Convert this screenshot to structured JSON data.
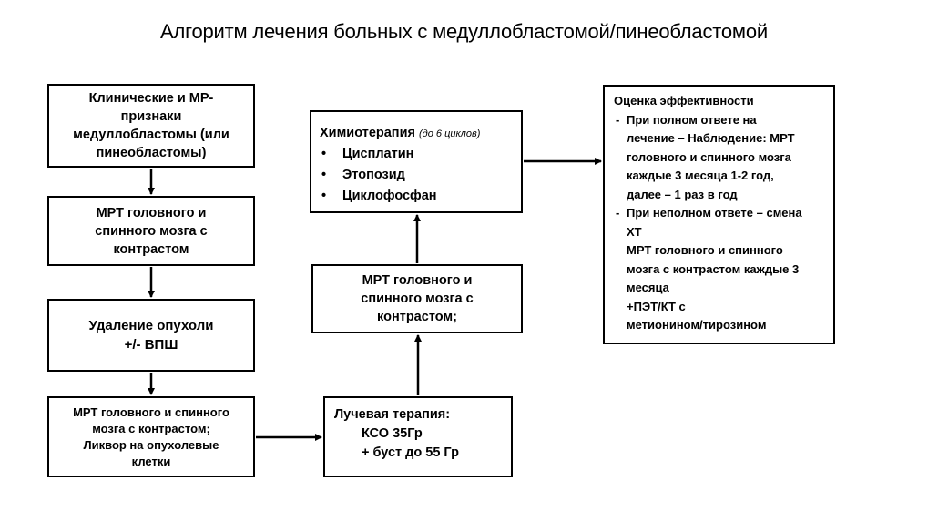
{
  "title": "Алгоритм лечения больных с медуллобластомой/пинеобластомой",
  "boxes": {
    "clinical": [
      "Клинические и МР-",
      "признаки",
      "медуллобластомы (или",
      "пинеобластомы)"
    ],
    "mri1": [
      "МРТ головного и",
      "спинного  мозга с",
      "контрастом"
    ],
    "surgery": [
      "Удаление опухоли",
      "+/- ВПШ"
    ],
    "mri_csf": [
      "МРТ головного и спинного",
      "мозга с контрастом;",
      "Ликвор на опухолевые",
      "клетки"
    ],
    "radiation": {
      "head": "Лучевая терапия:",
      "line1": "КСО 35Гр",
      "line2": "+ буст до 55 Гр"
    },
    "mri2": [
      "МРТ головного и",
      "спинного  мозга с",
      "контрастом;"
    ],
    "chemo": {
      "head": "Химиотерапия",
      "note": "(до 6 циклов)",
      "drugs": [
        "Цисплатин",
        "Этопозид",
        "Циклофосфан"
      ]
    },
    "evaluation": {
      "head": "Оценка эффективности",
      "item1": [
        "При полном ответе на",
        "лечение – Наблюдение: МРТ",
        "головного и спинного мозга",
        "каждые 3 месяца 1-2 год,",
        "далее – 1 раз в год"
      ],
      "item2": [
        "При неполном ответе – смена",
        "ХТ",
        "МРТ головного и спинного",
        "мозга с контрастом каждые 3",
        "месяца",
        "+ПЭТ/КТ с",
        "метионином/тирозином"
      ]
    }
  }
}
